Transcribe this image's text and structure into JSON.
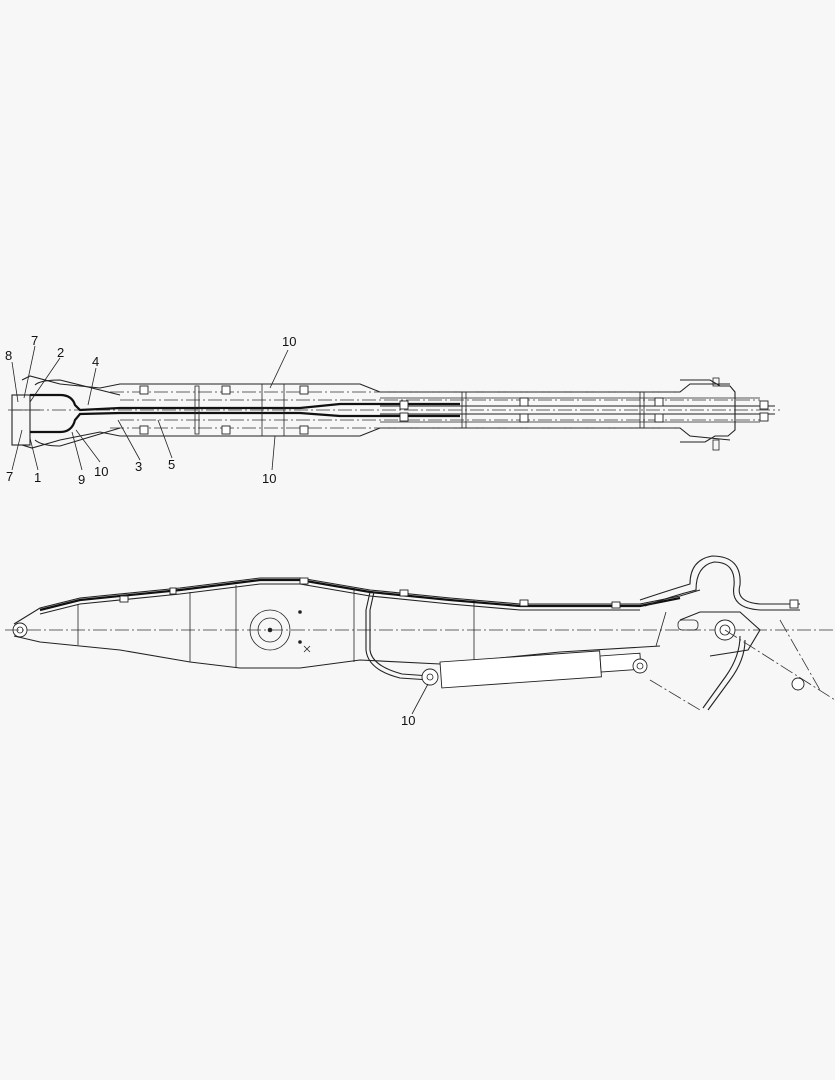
{
  "callouts": {
    "top": [
      "7",
      "8",
      "2",
      "4",
      "10",
      "7",
      "1",
      "9",
      "10",
      "3",
      "5",
      "10"
    ],
    "side": [
      "10"
    ]
  },
  "colors": {
    "background": "#f7f7f7",
    "line": "#222222"
  }
}
